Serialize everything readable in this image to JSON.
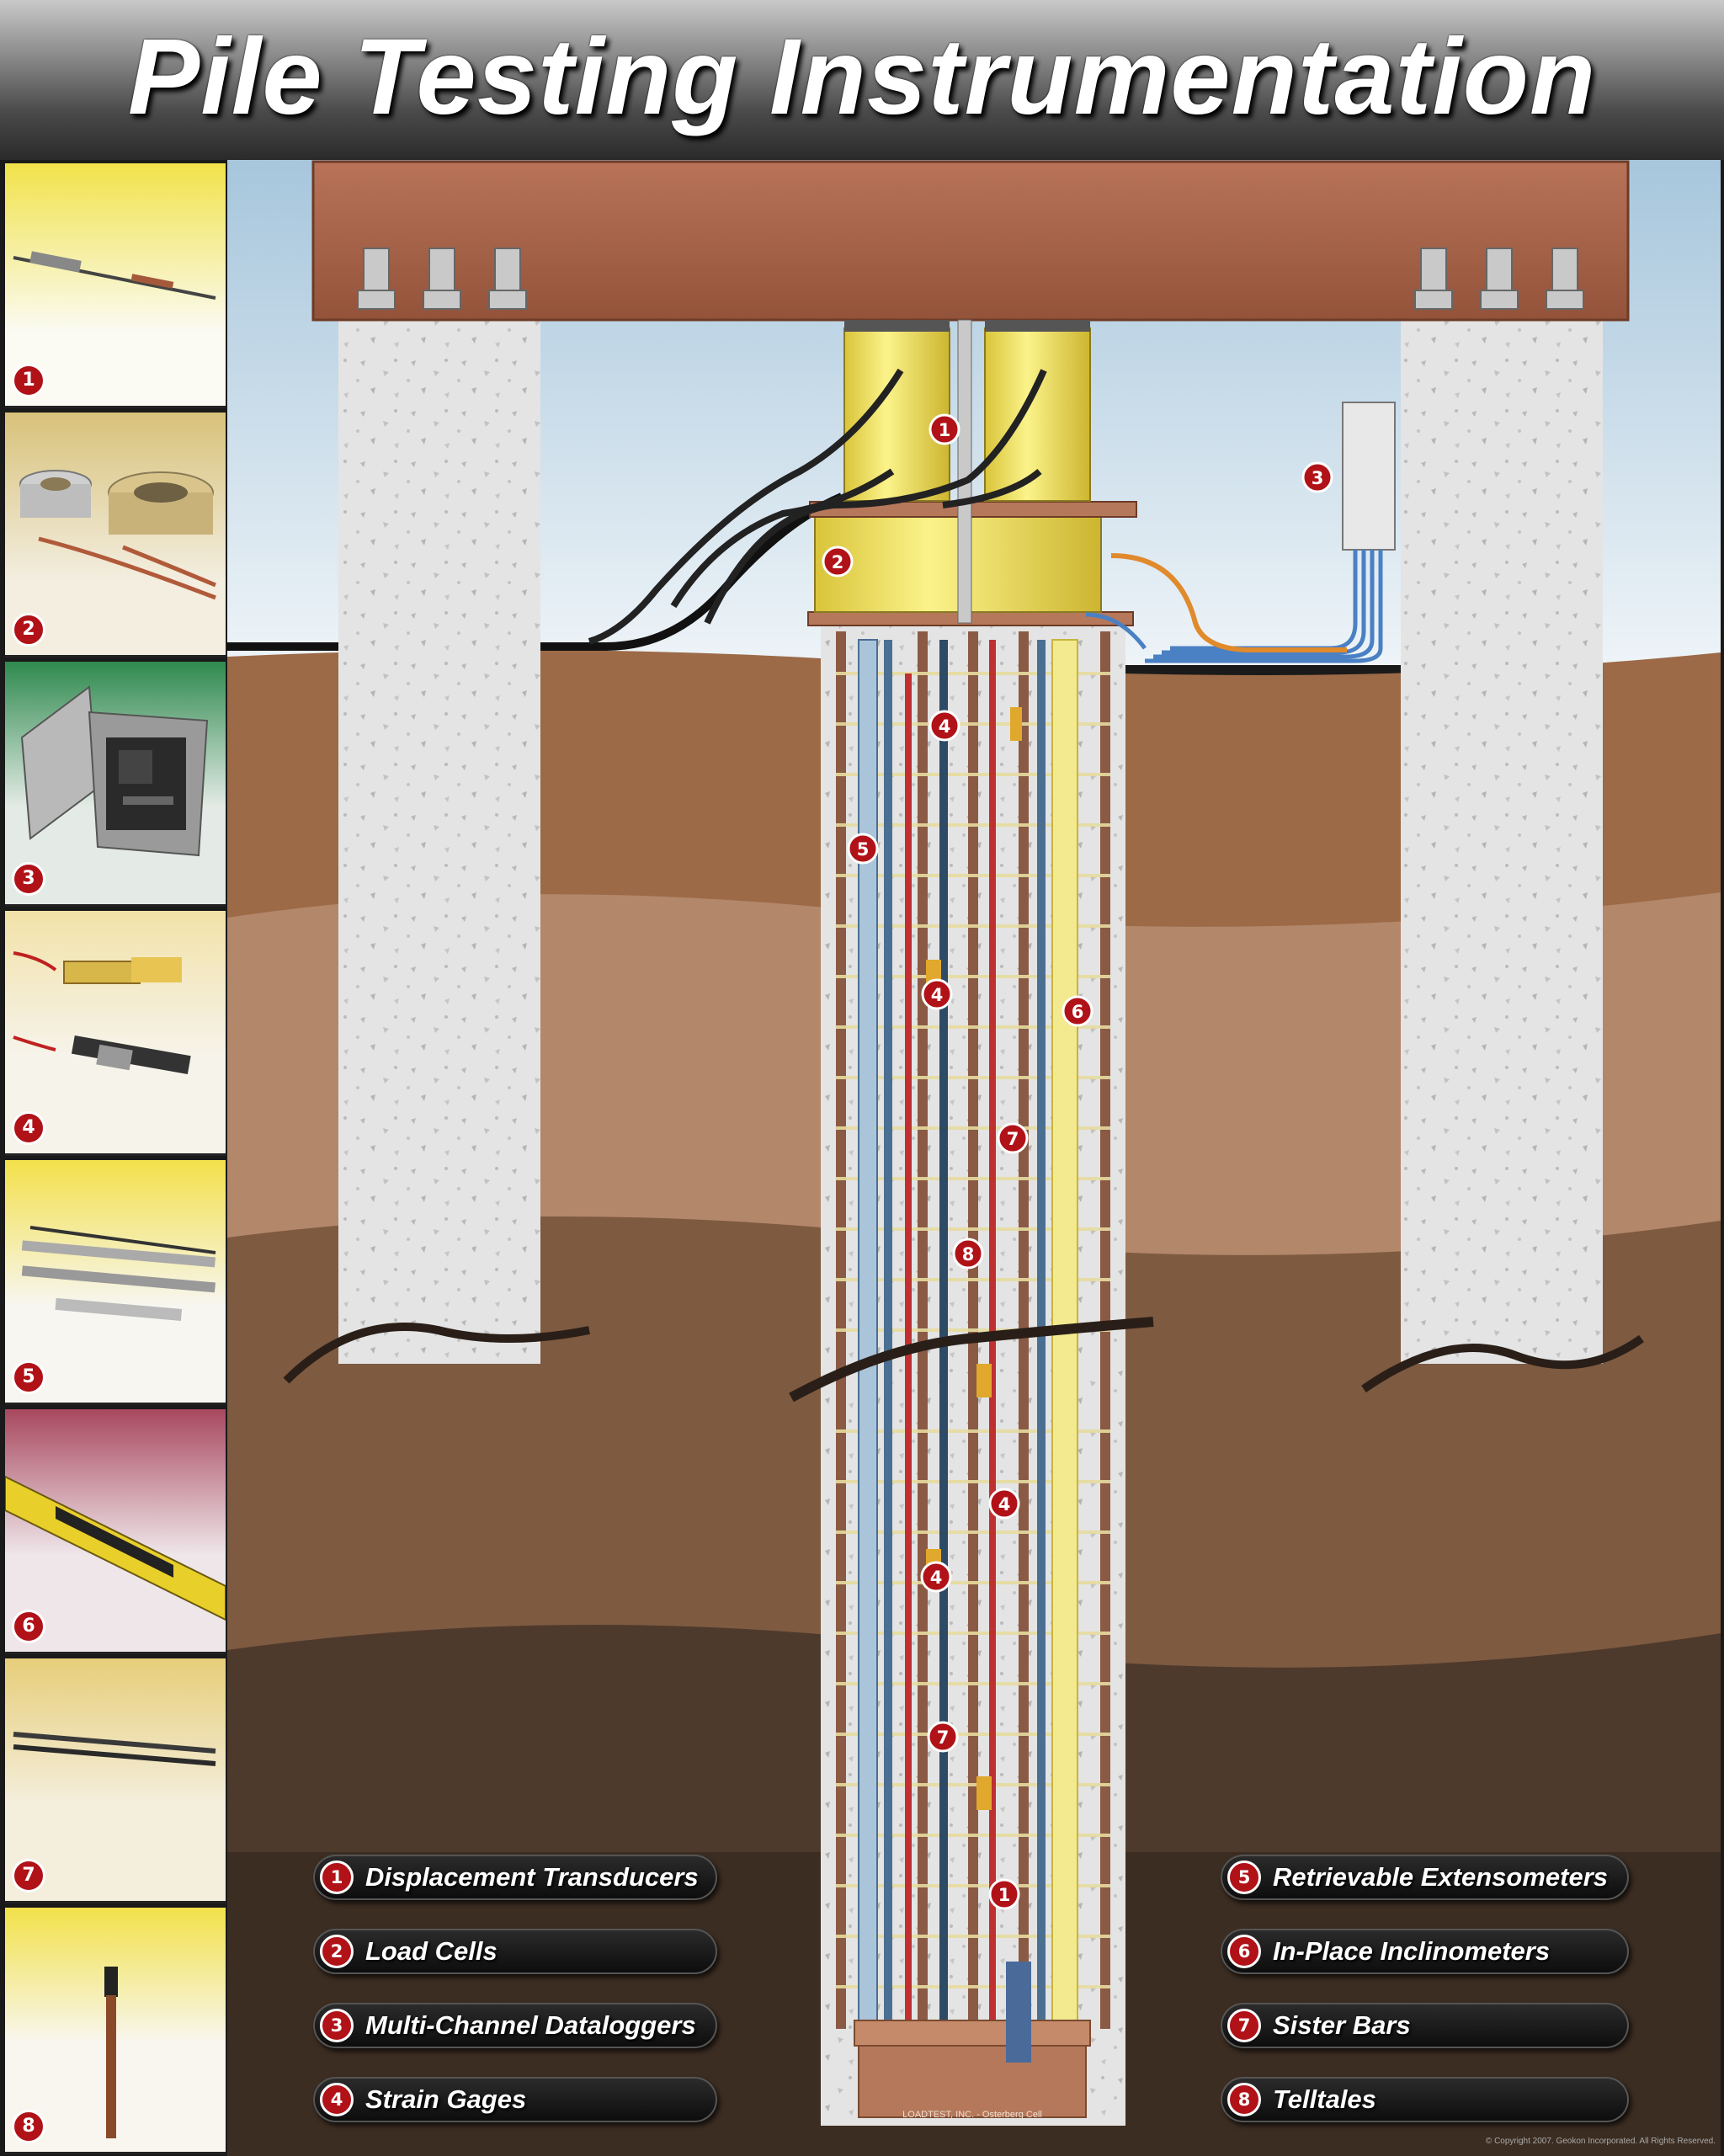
{
  "title": "Pile Testing Instrumentation",
  "sidebar_panels": [
    {
      "num": "1",
      "name": "displacement-transducer",
      "bg_top": "#f1e24a",
      "bg_bottom": "#fbfbf4"
    },
    {
      "num": "2",
      "name": "load-cell",
      "bg_top": "#d8c27a",
      "bg_bottom": "#f3eee0"
    },
    {
      "num": "3",
      "name": "datalogger",
      "bg_top": "#2f8a4f",
      "bg_bottom": "#e4ebe6"
    },
    {
      "num": "4",
      "name": "strain-gage",
      "bg_top": "#f2e2a8",
      "bg_bottom": "#f6f3ea"
    },
    {
      "num": "5",
      "name": "extensometer",
      "bg_top": "#f3e04a",
      "bg_bottom": "#f7f6f0"
    },
    {
      "num": "6",
      "name": "inclinometer",
      "bg_top": "#a8485e",
      "bg_bottom": "#efe6ea"
    },
    {
      "num": "7",
      "name": "sister-bar",
      "bg_top": "#e7ce7a",
      "bg_bottom": "#f4eedc"
    },
    {
      "num": "8",
      "name": "telltale",
      "bg_top": "#f2e14a",
      "bg_bottom": "#f8f6ee"
    }
  ],
  "diagram_labels": [
    "1",
    "2",
    "3",
    "4",
    "5",
    "4",
    "6",
    "7",
    "8",
    "4",
    "4",
    "7",
    "1"
  ],
  "cell_label": "LOADTEST, INC. - Osterberg Cell",
  "legend_left": [
    {
      "num": "1",
      "text": "Displacement Transducers"
    },
    {
      "num": "2",
      "text": "Load Cells"
    },
    {
      "num": "3",
      "text": "Multi-Channel Dataloggers"
    },
    {
      "num": "4",
      "text": "Strain Gages"
    }
  ],
  "legend_right": [
    {
      "num": "5",
      "text": "Retrievable Extensometers"
    },
    {
      "num": "6",
      "text": "In-Place Inclinometers"
    },
    {
      "num": "7",
      "text": "Sister Bars"
    },
    {
      "num": "8",
      "text": "Telltales"
    }
  ],
  "copyright": "© Copyright 2007. Geokon Incorporated. All Rights Reserved.",
  "colors": {
    "badge": "#b01218",
    "beam": "#a8654a",
    "jack": "#f0e35a",
    "concrete": "#e6e6e6"
  }
}
